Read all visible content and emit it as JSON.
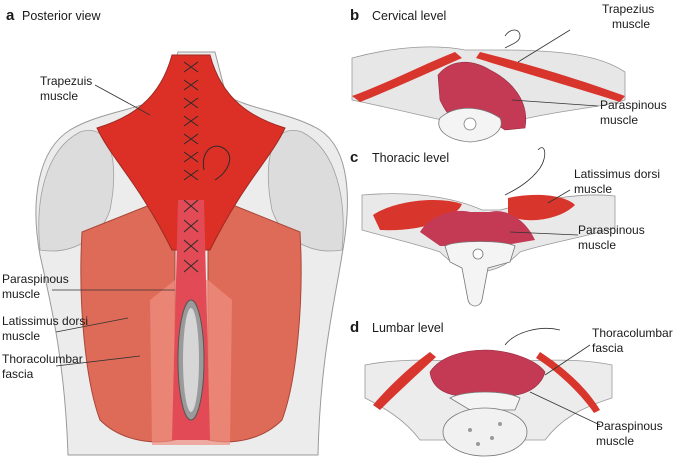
{
  "panels": {
    "a": {
      "letter": "a",
      "title": "Posterior view",
      "labels": {
        "trapezius_1": "Trapezuis",
        "trapezius_2": "muscle",
        "paraspinous_1": "Paraspinous",
        "paraspinous_2": "muscle",
        "latissimus_1": "Latissimus dorsi",
        "latissimus_2": "muscle",
        "thoracolumbar_1": "Thoracolumbar",
        "thoracolumbar_2": "fascia"
      }
    },
    "b": {
      "letter": "b",
      "title": "Cervical level",
      "labels": {
        "trapezius_1": "Trapezius",
        "trapezius_2": "muscle",
        "paraspinous_1": "Paraspinous",
        "paraspinous_2": "muscle"
      }
    },
    "c": {
      "letter": "c",
      "title": "Thoracic level",
      "labels": {
        "latissimus_1": "Latissimus dorsi",
        "latissimus_2": "muscle",
        "paraspinous_1": "Paraspinous",
        "paraspinous_2": "muscle"
      }
    },
    "d": {
      "letter": "d",
      "title": "Lumbar level",
      "labels": {
        "thoracolumbar_1": "Thoracolumbar",
        "thoracolumbar_2": "fascia",
        "paraspinous_1": "Paraspinous",
        "paraspinous_2": "muscle"
      }
    }
  },
  "colors": {
    "muscle": "#d8352c",
    "muscle_light": "#e86a5c",
    "paraspinous": "#c43a54",
    "skin": "#e9e9e9",
    "outline": "#8a8a8a",
    "bone": "#f2f2f2",
    "leader": "#333333"
  }
}
